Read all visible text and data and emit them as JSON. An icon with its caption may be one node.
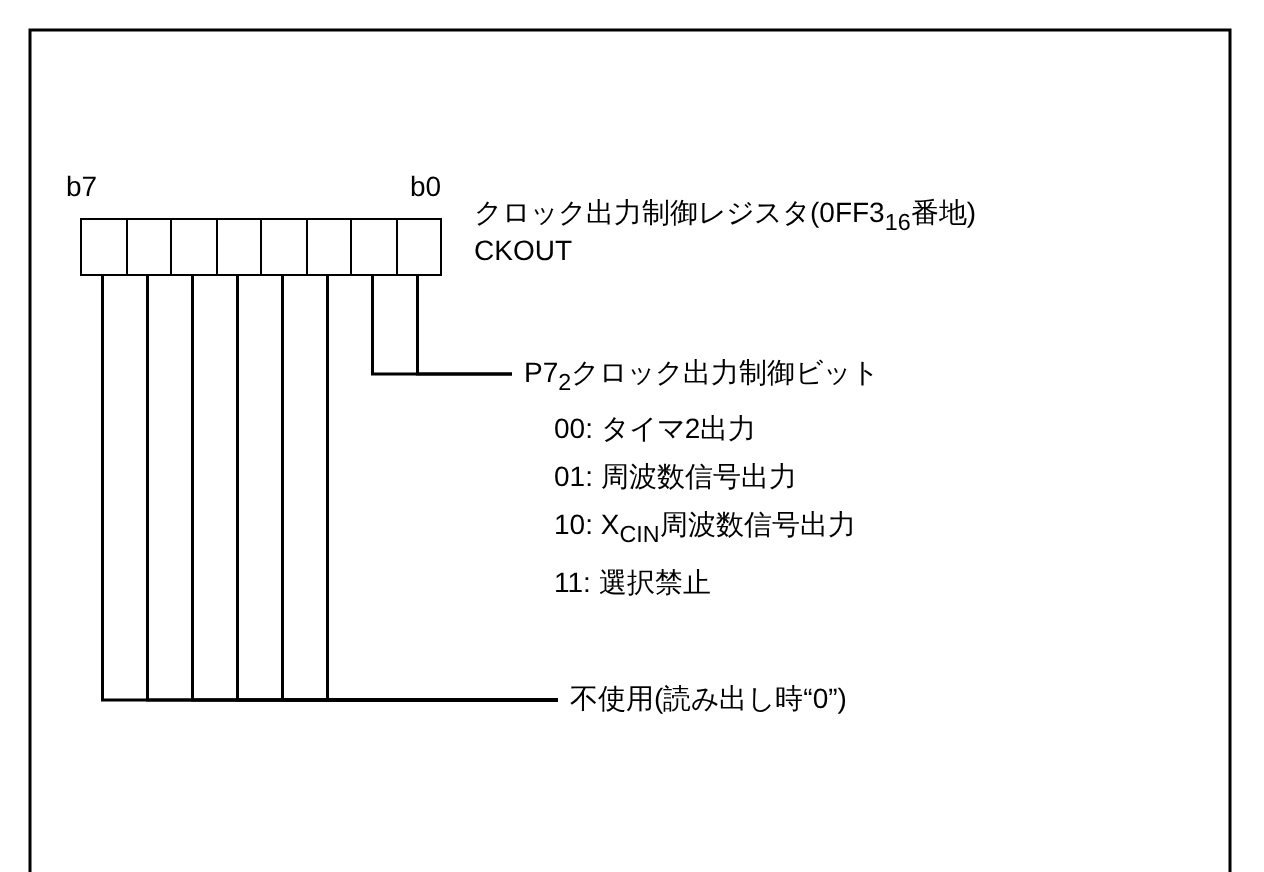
{
  "diagram": {
    "nodes": [
      {
        "text": [],
        "shape": "box"
      },
      {
        "text": [],
        "shape": "box"
      },
      {
        "text": [],
        "shape": "box"
      },
      {
        "text": [],
        "shape": "box"
      },
      {
        "text": [],
        "shape": "box"
      },
      {
        "text": [],
        "shape": "box"
      },
      {
        "text": [],
        "shape": "box"
      },
      {
        "text": [],
        "shape": "box"
      },
      {
        "text": [
          "P7$_{2}$クロック出力制御ビット",
          "00: タイマ2出力",
          "01: 周波数信号出力",
          "10: X$_{CIN}$周波数信号出力",
          "11: 選択禁止"
        ]
      },
      {
        "text": [
          "不使用(読み出し時“0”)"
        ]
      }
    ],
    "edges": [
      {
        "from": 6,
        "to": 8,
        "arrow": "none"
      },
      {
        "from": 7,
        "to": 8,
        "arrow": "none"
      },
      {
        "from": 0,
        "to": 9,
        "arrow": "none"
      },
      {
        "from": 1,
        "to": 9,
        "arrow": "none"
      },
      {
        "from": 2,
        "to": 9,
        "arrow": "none"
      },
      {
        "from": 3,
        "to": 9,
        "arrow": "none"
      },
      {
        "from": 4,
        "to": 9,
        "arrow": "none"
      },
      {
        "from": 5,
        "to": 9,
        "arrow": "none"
      }
    ],
    "labels": [
      "b7",
      "b0",
      "クロック出力制御レジスタ(0FF3$_{16}$番地)",
      "CKOUT"
    ]
  }
}
